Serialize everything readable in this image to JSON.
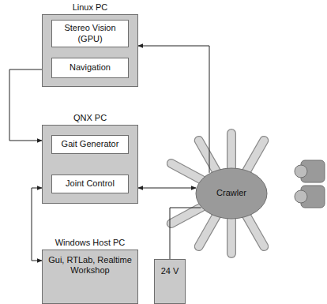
{
  "diagram": {
    "nodes": [
      {
        "text": [
          "Linux PC"
        ]
      },
      {
        "text": [
          "Stereo Vision (GPU)"
        ],
        "in": 0
      },
      {
        "text": [
          "Navigation"
        ],
        "in": 0
      },
      {
        "text": [
          "QNX PC"
        ]
      },
      {
        "text": [
          "Gait Generator"
        ],
        "in": 3
      },
      {
        "text": [
          "Joint Control"
        ],
        "in": 3
      },
      {
        "text": [
          "Windows Host PC",
          "Gui, RTLab, Realtime Workshop"
        ]
      },
      {
        "text": [
          "Crawler"
        ]
      },
      {
        "text": [
          "24 V"
        ]
      }
    ],
    "edges": [
      {
        "from": 1,
        "to": 2,
        "arrow": "to"
      },
      {
        "from": 4,
        "to": 5,
        "arrow": "to"
      },
      {
        "from": 5,
        "to": 4,
        "arrow": "to"
      },
      {
        "from": 0,
        "to": 3,
        "arrow": "to"
      },
      {
        "from": 7,
        "to": 0,
        "arrow": "to"
      },
      {
        "from": 3,
        "to": 7,
        "arrow": "both"
      },
      {
        "from": 3,
        "to": 6,
        "arrow": "both"
      },
      {
        "from": 8,
        "to": 7,
        "arrow": "none"
      }
    ]
  }
}
